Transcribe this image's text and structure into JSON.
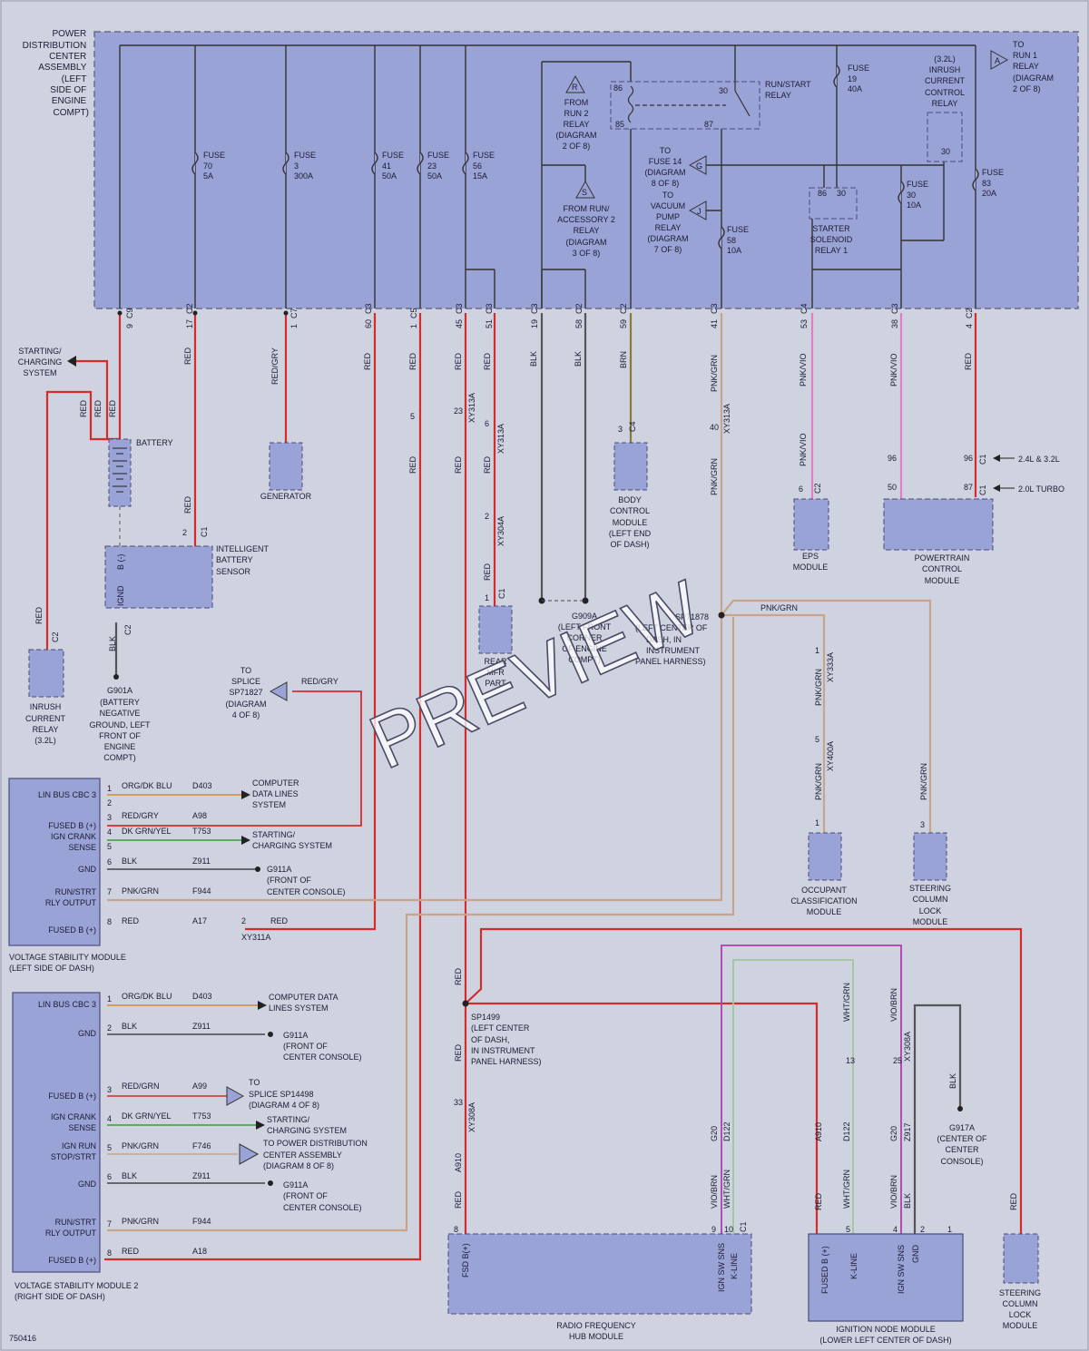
{
  "figure_id": "750416",
  "watermark": "PREVIEW",
  "colors": {
    "background": "#cfd3e0",
    "module_fill": "#9aa3d6",
    "dashed_border": "#6a6a8a",
    "wire_red": "#d62b2b",
    "wire_pink": "#e07ec4",
    "wire_black": "#444444",
    "wire_brown": "#8a6a3a",
    "wire_tan": "#c8a48c",
    "wire_green": "#3a9a3a",
    "wire_violet": "#b23ab2",
    "wire_white_green": "#9ec89e",
    "wire_orange": "#d08a3a"
  },
  "pdc": {
    "label": [
      "POWER",
      "DISTRIBUTION",
      "CENTER",
      "ASSEMBLY",
      "(LEFT",
      "SIDE OF",
      "ENGINE",
      "COMPT)"
    ],
    "fuses": [
      {
        "name": "FUSE",
        "num": "70",
        "amp": "5A"
      },
      {
        "name": "FUSE",
        "num": "3",
        "amp": "300A"
      },
      {
        "name": "FUSE",
        "num": "41",
        "amp": "50A"
      },
      {
        "name": "FUSE",
        "num": "23",
        "amp": "50A"
      },
      {
        "name": "FUSE",
        "num": "56",
        "amp": "15A"
      },
      {
        "name": "FUSE",
        "num": "19",
        "amp": "40A"
      },
      {
        "name": "FUSE",
        "num": "58",
        "amp": "10A"
      },
      {
        "name": "FUSE",
        "num": "30",
        "amp": "10A"
      },
      {
        "name": "FUSE",
        "num": "83",
        "amp": "20A"
      }
    ],
    "run_start_relay": {
      "label": [
        "RUN/START",
        "RELAY"
      ],
      "pins": [
        "86",
        "30",
        "85",
        "87"
      ]
    },
    "starter_relay": {
      "label": [
        "STARTER",
        "SOLENOID",
        "RELAY 1"
      ],
      "pins": [
        "86",
        "30"
      ]
    },
    "inrush_relay": {
      "label": [
        "(3.2L)",
        "INRUSH",
        "CURRENT",
        "CONTROL",
        "RELAY"
      ],
      "pin": "30"
    },
    "off_refs": [
      {
        "sym": "R",
        "text": [
          "FROM",
          "RUN 2",
          "RELAY",
          "(DIAGRAM",
          "2 OF 8)"
        ]
      },
      {
        "sym": "S",
        "text": [
          "FROM RUN/",
          "ACCESSORY 2",
          "RELAY",
          "(DIAGRAM",
          "3 OF 8)"
        ]
      },
      {
        "sym": "G",
        "text": [
          "TO",
          "FUSE 14",
          "(DIAGRAM",
          "8 OF 8)"
        ]
      },
      {
        "sym": "J",
        "text": [
          "TO",
          "VACUUM",
          "PUMP",
          "RELAY",
          "(DIAGRAM",
          "7 OF 8)"
        ]
      },
      {
        "sym": "A",
        "text": [
          "TO",
          "RUN 1",
          "RELAY",
          "(DIAGRAM",
          "2 OF 8)"
        ]
      }
    ]
  },
  "connectors": [
    {
      "pin": "9",
      "conn": "C9"
    },
    {
      "pin": "17",
      "conn": "C2"
    },
    {
      "pin": "1",
      "conn": "C7"
    },
    {
      "pin": "60",
      "conn": "C3"
    },
    {
      "pin": "1",
      "conn": "C5"
    },
    {
      "pin": "45",
      "conn": "C3"
    },
    {
      "pin": "51",
      "conn": "C3"
    },
    {
      "pin": "19",
      "conn": "C3"
    },
    {
      "pin": "58",
      "conn": "C2"
    },
    {
      "pin": "59",
      "conn": "C2"
    },
    {
      "pin": "41",
      "conn": "C3"
    },
    {
      "pin": "53",
      "conn": "C4"
    },
    {
      "pin": "38",
      "conn": "C3"
    },
    {
      "pin": "4",
      "conn": "C2"
    }
  ],
  "wire_colors": {
    "red": "RED",
    "red_gry": "RED/GRY",
    "blk": "BLK",
    "brn": "BRN",
    "pnk_grn": "PNK/GRN",
    "pnk_vio": "PNK/VIO",
    "org_dk_blu": "ORG/DK BLU",
    "red_grn": "RED/GRN",
    "dk_grn_yel": "DK GRN/YEL",
    "vio_brn": "VIO/BRN",
    "wht_grn": "WHT/GRN"
  },
  "inline_connectors": {
    "xy313a": "XY313A",
    "xy304a": "XY304A",
    "xy333a": "XY333A",
    "xy400a": "XY400A",
    "xy311a": "XY311A",
    "xy308a": "XY308A"
  },
  "pin_nums": {
    "p5": "5",
    "p23": "23",
    "p6": "6",
    "p2": "2",
    "p4": "4",
    "p1": "1",
    "p3": "3",
    "p40": "40",
    "p96": "96",
    "p87": "87",
    "p50": "50",
    "p33": "33",
    "p8": "8",
    "p9": "9",
    "p10": "10",
    "p13": "13",
    "p25": "25",
    "p5b": "5",
    "p4b": "4"
  },
  "conn_c1": "C1",
  "conn_c2": "C2",
  "conn_c4": "C4",
  "modules": {
    "starting_charging": [
      "STARTING/",
      "CHARGING",
      "SYSTEM"
    ],
    "battery": "BATTERY",
    "ibs": [
      "INTELLIGENT",
      "BATTERY",
      "SENSOR"
    ],
    "ibs_pins": [
      "B (-)",
      "IGND"
    ],
    "generator": "GENERATOR",
    "inrush_relay": [
      "INRUSH",
      "CURRENT",
      "RELAY",
      "(3.2L)"
    ],
    "g901a": [
      "G901A",
      "(BATTERY",
      "NEGATIVE",
      "GROUND, LEFT",
      "FRONT OF",
      "ENGINE",
      "COMPT)"
    ],
    "bcm": [
      "BODY",
      "CONTROL",
      "MODULE",
      "(LEFT END",
      "OF DASH)"
    ],
    "rear_mfr": [
      "REAR",
      "MFR",
      "PART"
    ],
    "g909a": [
      "G909A",
      "(LEFT FRONT",
      "CORNER",
      "OF ENGINE",
      "COMPT)"
    ],
    "sp71878": [
      "SP71878",
      "(LEFT CENTER OF",
      "DASH, IN",
      "INSTRUMENT",
      "PANEL HARNESS)"
    ],
    "eps": [
      "EPS",
      "MODULE"
    ],
    "pcm": [
      "POWERTRAIN",
      "CONTROL",
      "MODULE"
    ],
    "pcm_variants": [
      "2.4L & 3.2L",
      "2.0L TURBO"
    ],
    "occupant": [
      "OCCUPANT",
      "CLASSIFICATION",
      "MODULE"
    ],
    "steering_lock": [
      "STEERING",
      "COLUMN",
      "LOCK",
      "MODULE"
    ],
    "to_splice_sp71827": [
      "TO",
      "SPLICE",
      "SP71827",
      "(DIAGRAM",
      "4 OF 8)"
    ],
    "sp1499": [
      "SP1499",
      "(LEFT CENTER",
      "OF DASH,",
      "IN INSTRUMENT",
      "PANEL HARNESS)"
    ],
    "g917a": [
      "G917A",
      "(CENTER OF",
      "CENTER",
      "CONSOLE)"
    ],
    "rf_hub": [
      "RADIO FREQUENCY",
      "HUB MODULE"
    ],
    "rf_hub_pins": [
      "FSD B(+)",
      "IGN SW SNS",
      "K-LINE"
    ],
    "ignition_node": [
      "IGNITION NODE MODULE",
      "(LOWER LEFT CENTER OF DASH)"
    ],
    "ign_node_pins": [
      "FUSED B (+)",
      "K-LINE",
      "IGN SW SNS",
      "GND"
    ],
    "steering_lock_2": [
      "STEERING",
      "COLUMN",
      "LOCK",
      "MODULE"
    ]
  },
  "vsm1": {
    "title": [
      "VOLTAGE STABILITY MODULE",
      "(LEFT SIDE OF DASH)"
    ],
    "rows": [
      {
        "label": "LIN BUS CBC 3",
        "pin": "1",
        "color": "ORG/DK BLU",
        "circuit": "D403",
        "dest": "COMPUTER DATA LINES SYSTEM"
      },
      {
        "label": "",
        "pin": "2",
        "color": "",
        "circuit": "",
        "dest": ""
      },
      {
        "label": "FUSED B (+)",
        "pin": "3",
        "color": "RED/GRY",
        "circuit": "A98",
        "dest": ""
      },
      {
        "label": "IGN CRANK SENSE",
        "pin": "4",
        "color": "DK GRN/YEL",
        "circuit": "T753",
        "dest": "STARTING/ CHARGING SYSTEM"
      },
      {
        "label": "",
        "pin": "5",
        "color": "",
        "circuit": "",
        "dest": ""
      },
      {
        "label": "GND",
        "pin": "6",
        "color": "BLK",
        "circuit": "Z911",
        "dest": "G911A (FRONT OF CENTER CONSOLE)"
      },
      {
        "label": "RUN/STRT RLY OUTPUT",
        "pin": "7",
        "color": "PNK/GRN",
        "circuit": "F944",
        "dest": ""
      },
      {
        "label": "FUSED B (+)",
        "pin": "8",
        "color": "RED",
        "circuit": "A17",
        "dest": ""
      }
    ],
    "a17_pin": "2",
    "a17_color": "RED",
    "a17_conn": "XY311A"
  },
  "vsm2": {
    "title": [
      "VOLTAGE STABILITY MODULE 2",
      "(RIGHT SIDE OF DASH)"
    ],
    "rows": [
      {
        "label": "LIN BUS CBC 3",
        "pin": "1",
        "color": "ORG/DK BLU",
        "circuit": "D403",
        "dest": "COMPUTER DATA LINES SYSTEM"
      },
      {
        "label": "GND",
        "pin": "2",
        "color": "BLK",
        "circuit": "Z911",
        "dest": "G911A (FRONT OF CENTER CONSOLE)"
      },
      {
        "label": "FUSED B (+)",
        "pin": "3",
        "color": "RED/GRN",
        "circuit": "A99",
        "dest": "TO SPLICE SP14498 (DIAGRAM 4 OF 8)"
      },
      {
        "label": "IGN CRANK SENSE",
        "pin": "4",
        "color": "DK GRN/YEL",
        "circuit": "T753",
        "dest": "STARTING/ CHARGING SYSTEM"
      },
      {
        "label": "IGN RUN STOP/STRT",
        "pin": "5",
        "color": "PNK/GRN",
        "circuit": "F746",
        "dest": "TO POWER DISTRIBUTION CENTER ASSEMBLY (DIAGRAM 8 OF 8)"
      },
      {
        "label": "GND",
        "pin": "6",
        "color": "BLK",
        "circuit": "Z911",
        "dest": "G911A (FRONT OF CENTER CONSOLE)"
      },
      {
        "label": "RUN/STRT RLY OUTPUT",
        "pin": "7",
        "color": "PNK/GRN",
        "circuit": "F944",
        "dest": ""
      },
      {
        "label": "FUSED B (+)",
        "pin": "8",
        "color": "RED",
        "circuit": "A18",
        "dest": ""
      }
    ]
  },
  "circuits": {
    "a910": "A910",
    "g20": "G20",
    "d122": "D122",
    "z917": "Z917"
  }
}
